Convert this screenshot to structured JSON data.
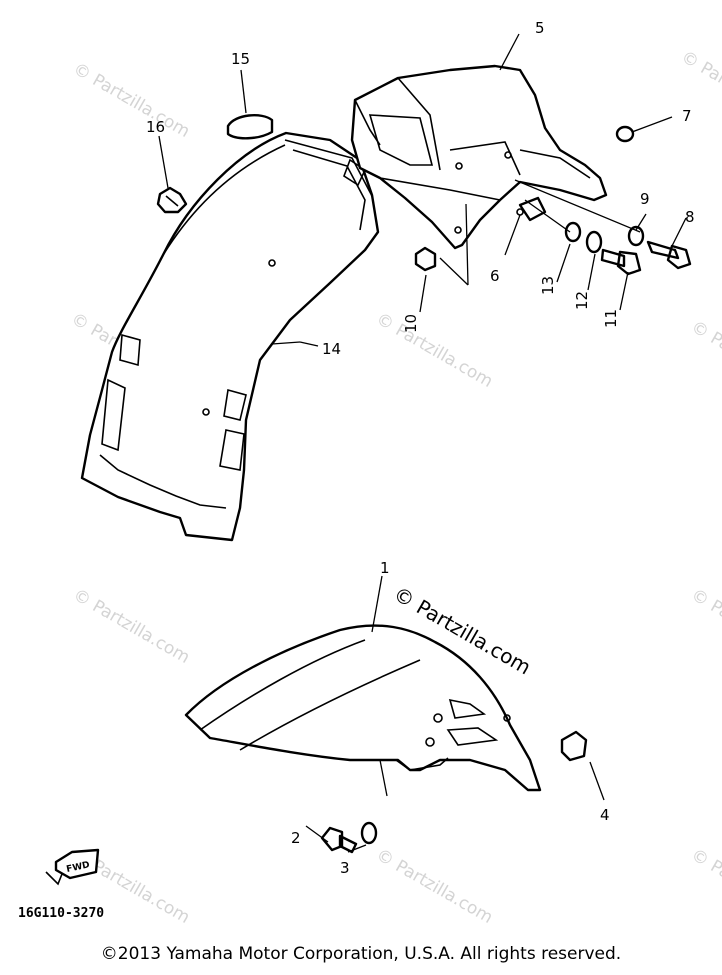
{
  "diagram": {
    "watermark_text": "© Partzilla.com",
    "fwd_label": "FWD",
    "diagram_code": "16G110-3270",
    "copyright": "©2013 Yamaha Motor Corporation, U.S.A. All rights reserved.",
    "callouts": [
      {
        "id": "1",
        "label": "1"
      },
      {
        "id": "2",
        "label": "2"
      },
      {
        "id": "3",
        "label": "3"
      },
      {
        "id": "4",
        "label": "4"
      },
      {
        "id": "5",
        "label": "5"
      },
      {
        "id": "6",
        "label": "6"
      },
      {
        "id": "7",
        "label": "7"
      },
      {
        "id": "8",
        "label": "8"
      },
      {
        "id": "9",
        "label": "9"
      },
      {
        "id": "10",
        "label": "10"
      },
      {
        "id": "11",
        "label": "11"
      },
      {
        "id": "12",
        "label": "12"
      },
      {
        "id": "13",
        "label": "13"
      },
      {
        "id": "14",
        "label": "14"
      },
      {
        "id": "15",
        "label": "15"
      },
      {
        "id": "16",
        "label": "16"
      }
    ]
  }
}
